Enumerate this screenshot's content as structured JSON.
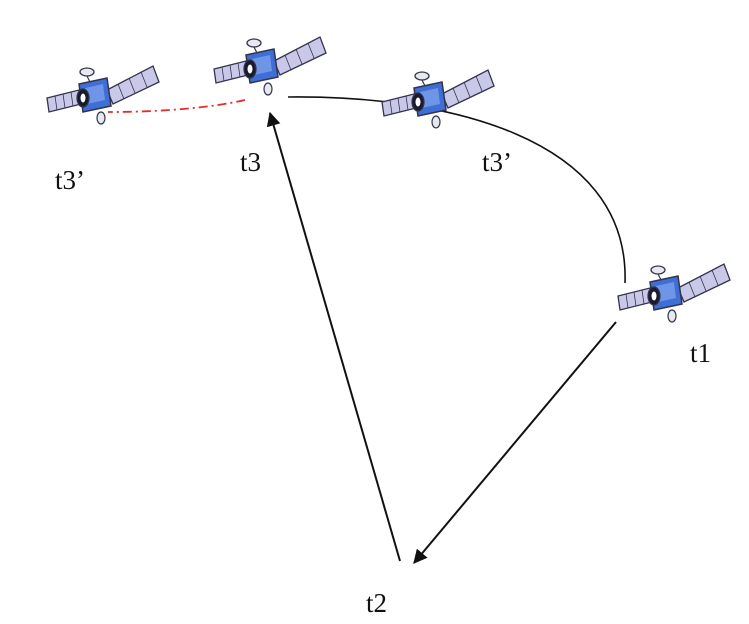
{
  "labels": {
    "t3_prime_left": "t3’",
    "t3": "t3",
    "t3_prime_right": "t3’",
    "t1": "t1",
    "t2": "t2"
  },
  "colors": {
    "line": "#111111",
    "predicted_path": "#e0302a",
    "satellite_body": "#3d6fd6",
    "satellite_panel": "#c9c8e8",
    "satellite_outline": "#33334d"
  },
  "icons": {
    "satellite": "satellite-icon",
    "arrowhead": "arrowhead-icon"
  }
}
